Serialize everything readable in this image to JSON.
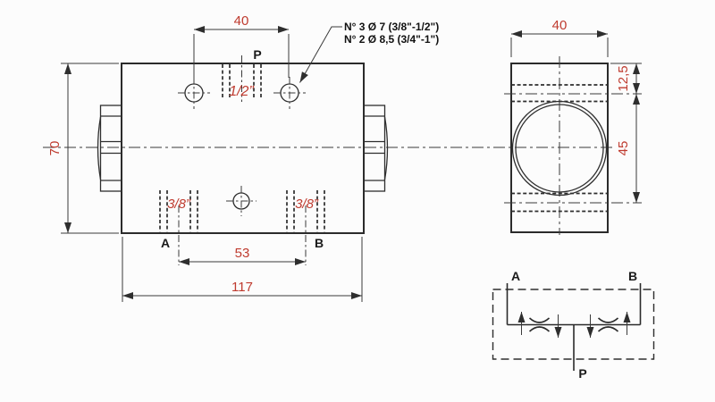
{
  "annotation": {
    "line1": "N° 3 Ø 7 (3/8\"-1/2\")",
    "line2": "N° 2 Ø 8,5 (3/4\"-1\")"
  },
  "front_view": {
    "dim_total_width": "117",
    "dim_total_height": "70",
    "dim_top_hole_spacing": "40",
    "dim_bottom_port_spacing": "53",
    "port_p_label": "P",
    "port_a_label": "A",
    "port_b_label": "B",
    "port_p_size": "1/2”",
    "port_a_size": "3/8”",
    "port_b_size": "3/8”"
  },
  "side_view": {
    "dim_width": "40",
    "dim_top_port_offset": "12,5",
    "dim_port_spacing": "45"
  },
  "schematic": {
    "port_a_label": "A",
    "port_b_label": "B",
    "port_p_label": "P"
  },
  "colors": {
    "dimension_red": "#bf3b2f",
    "line_dark": "#2b2b2b"
  }
}
